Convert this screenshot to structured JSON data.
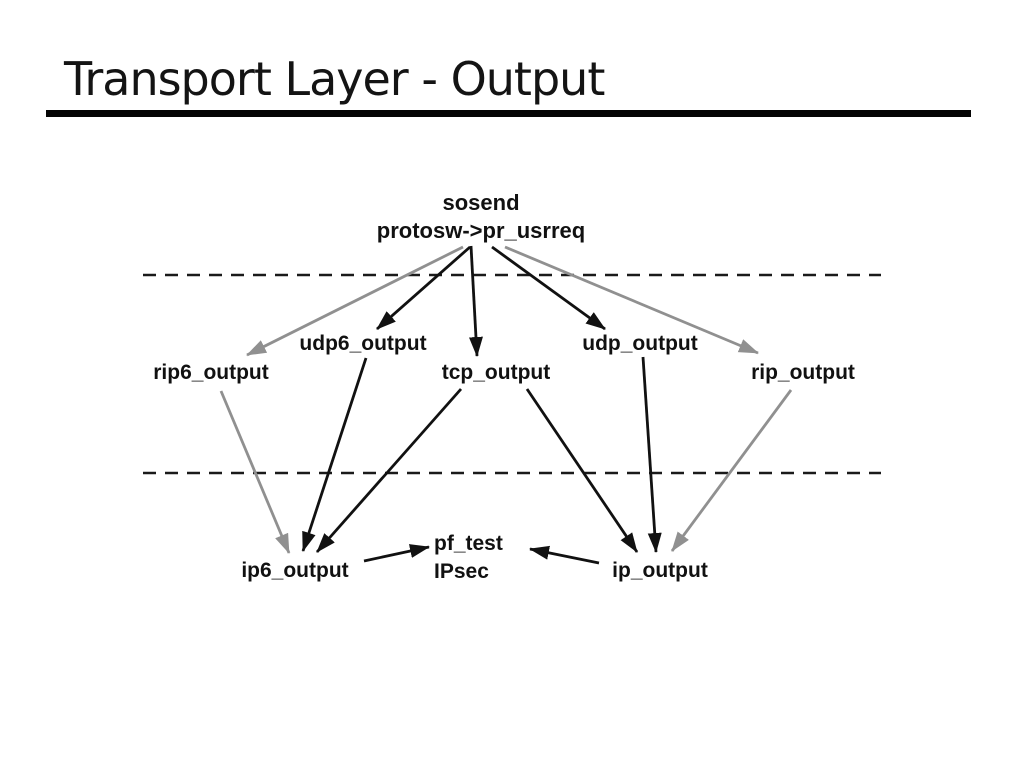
{
  "slide": {
    "title": "Transport Layer - Output"
  },
  "diagram": {
    "nodes": {
      "sosend": {
        "line1": "sosend",
        "line2": "protosw->pr_usrreq"
      },
      "rip6_output": {
        "label": "rip6_output"
      },
      "udp6_output": {
        "label": "udp6_output"
      },
      "tcp_output": {
        "label": "tcp_output"
      },
      "udp_output": {
        "label": "udp_output"
      },
      "rip_output": {
        "label": "rip_output"
      },
      "ip6_output": {
        "label": "ip6_output"
      },
      "pf_test": {
        "line1": "pf_test",
        "line2": "IPsec"
      },
      "ip_output": {
        "label": "ip_output"
      }
    },
    "edges": [
      {
        "from": "sosend",
        "to": "rip6_output",
        "color": "gray"
      },
      {
        "from": "sosend",
        "to": "udp6_output",
        "color": "black"
      },
      {
        "from": "sosend",
        "to": "tcp_output",
        "color": "black"
      },
      {
        "from": "sosend",
        "to": "udp_output",
        "color": "black"
      },
      {
        "from": "sosend",
        "to": "rip_output",
        "color": "gray"
      },
      {
        "from": "rip6_output",
        "to": "ip6_output",
        "color": "gray"
      },
      {
        "from": "udp6_output",
        "to": "ip6_output",
        "color": "black"
      },
      {
        "from": "tcp_output",
        "to": "ip6_output",
        "color": "black"
      },
      {
        "from": "tcp_output",
        "to": "ip_output",
        "color": "black"
      },
      {
        "from": "udp_output",
        "to": "ip_output",
        "color": "black"
      },
      {
        "from": "rip_output",
        "to": "ip_output",
        "color": "gray"
      },
      {
        "from": "ip6_output",
        "to": "pf_test",
        "color": "black"
      },
      {
        "from": "ip_output",
        "to": "pf_test",
        "color": "black"
      }
    ],
    "colors": {
      "black": "#111111",
      "gray": "#909090"
    }
  }
}
